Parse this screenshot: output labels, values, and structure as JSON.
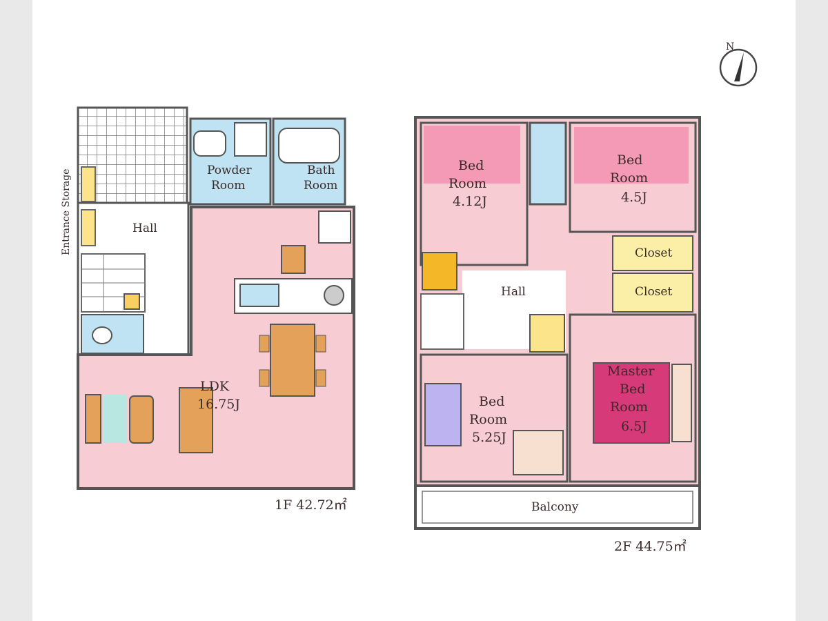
{
  "floor1": {
    "area_label": "1F 42.72㎡",
    "rooms": {
      "entrance": "Entrance Storage",
      "hall": "Hall",
      "powder_room": [
        "Powder",
        "Room"
      ],
      "bath_room": [
        "Bath",
        "Room"
      ],
      "ldk": [
        "LDK",
        "16.75J"
      ]
    }
  },
  "floor2": {
    "area_label": "2F 44.75㎡",
    "rooms": {
      "bed_nw": [
        "Bed",
        "Room",
        "4.12J"
      ],
      "bed_ne": [
        "Bed",
        "Room",
        "4.5J"
      ],
      "closet_1": "Closet",
      "closet_2": "Closet",
      "hall": "Hall",
      "bed_sw": [
        "Bed",
        "Room",
        "5.25J"
      ],
      "master": [
        "Master",
        "Bed",
        "Room",
        "6.5J"
      ],
      "balcony": "Balcony"
    }
  },
  "compass": {
    "label": "N"
  },
  "colors": {
    "floor_pink": "#f7cdd3",
    "wet_blue": "#bfe3f2",
    "closet_yellow": "#fbeea6",
    "wall": "#555555",
    "furniture_wood": "#e3a159",
    "master_bed": "#d63a78"
  }
}
